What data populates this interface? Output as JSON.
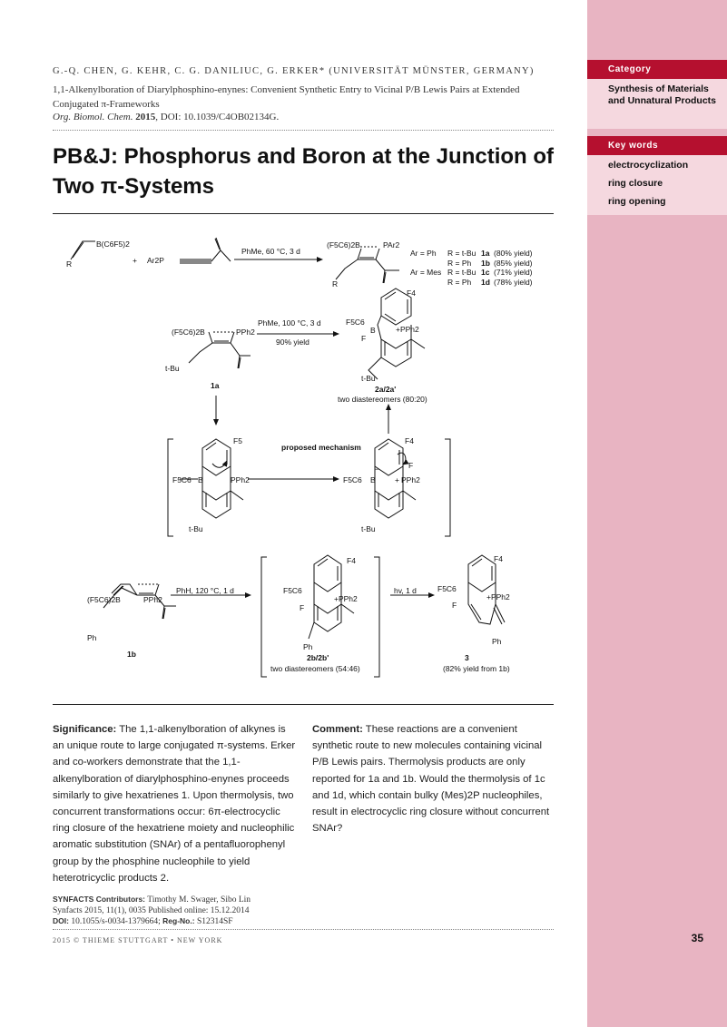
{
  "header": {
    "authors": "G.-Q. CHEN, G. KEHR, C. G. DANILIUC, G. ERKER* (UNIVERSITÄT MÜNSTER, GERMANY)",
    "title": "1,1-Alkenylboration of Diarylphosphino-enynes: Convenient Synthetic Entry to Vicinal P/B Lewis Pairs at Extended Conjugated π-Frameworks",
    "journal_name": "Org. Biomol. Chem.",
    "journal_year": "2015",
    "journal_doi": ", DOI: 10.1039/C4OB02134G."
  },
  "headline": "PB&J: Phosphorus and Boron at the Junction of Two π-Systems",
  "sidebar": {
    "category_header": "Category",
    "category_value": "Synthesis of Materials and Unnatural Products",
    "keywords_header": "Key words",
    "keywords": [
      "electrocyclization",
      "ring closure",
      "ring opening"
    ]
  },
  "scheme": {
    "r1_reagent_a": "B(C6F5)2",
    "r1_R": "R",
    "r1_plus": "+",
    "r1_reagent_b": "Ar2P",
    "r1_conditions": "PhMe, 60 °C, 3 d",
    "r1_product_top": "(F5C6)2B",
    "r1_product_P": "PAr2",
    "r1_product_R": "R",
    "results": [
      {
        "ar": "Ar = Ph",
        "r": "R = t-Bu",
        "id": "1a",
        "yield": "(80% yield)"
      },
      {
        "ar": "",
        "r": "R = Ph",
        "id": "1b",
        "yield": "(85% yield)"
      },
      {
        "ar": "Ar = Mes",
        "r": "R = t-Bu",
        "id": "1c",
        "yield": "(71% yield)"
      },
      {
        "ar": "",
        "r": "R = Ph",
        "id": "1d",
        "yield": "(78% yield)"
      }
    ],
    "r2_left_B": "(F5C6)2B",
    "r2_left_P": "PPh2",
    "r2_tBu": "t-Bu",
    "r2_compound": "1a",
    "r2_conditions": "PhMe, 100 °C, 3 d",
    "r2_yield": "90% yield",
    "r2_prod_F4": "F4",
    "r2_prod_C6F5": "F5C6",
    "r2_prod_B": "B",
    "r2_prod_F": "F",
    "r2_prod_P": "+PPh2",
    "r2_prod_tBu": "t-Bu",
    "r2_prod_id": "2a/2a'",
    "r2_prod_note": "two diastereomers (80:20)",
    "mech_F5": "F5",
    "mech_C6F5_left": "F5C6",
    "mech_B": "B",
    "mech_P": "PPh2",
    "mech_tBu": "t-Bu",
    "mech_label": "proposed mechanism",
    "mech_F4": "F4",
    "mech_F": "F",
    "mech_minus": "−",
    "mech_plus": "+",
    "r3_left_B": "(F5C6)2B",
    "r3_left_P": "PPh2",
    "r3_Ph": "Ph",
    "r3_compound": "1b",
    "r3_conditions": "PhH, 120 °C, 1 d",
    "r3_mid_F4": "F4",
    "r3_mid_C6F5": "F5C6",
    "r3_mid_F": "F",
    "r3_mid_P": "+PPh2",
    "r3_mid_Ph": "Ph",
    "r3_mid_id": "2b/2b'",
    "r3_mid_note": "two diastereomers (54:46)",
    "r3_light": "hv, 1 d",
    "r3_prod_F4": "F4",
    "r3_prod_C6F5": "F5C6",
    "r3_prod_F": "F",
    "r3_prod_P": "+PPh2",
    "r3_prod_Ph": "Ph",
    "r3_prod_id": "3",
    "r3_prod_note": "(82% yield from 1b)"
  },
  "significance": {
    "label": "Significance:",
    "text": "The 1,1-alkenylboration of alkynes is an unique route to large conjugated π-systems. Erker and co-workers demonstrate that the 1,1-alkenylboration of diarylphosphino-enynes proceeds similarly to give hexatrienes 1. Upon thermolysis, two concurrent transformations occur: 6π-electrocyclic ring closure of the hexatriene moiety and nucleophilic aromatic substitution (SNAr) of a pentafluorophenyl group by the phosphine nucleophile to yield heterotricyclic products 2."
  },
  "comment": {
    "label": "Comment:",
    "text": "These reactions are a convenient synthetic route to new molecules containing vicinal P/B Lewis pairs. Thermolysis products are only reported for 1a and 1b. Would the thermolysis of 1c and 1d, which contain bulky (Mes)2P nucleophiles, result in electrocyclic ring closure without concurrent SNAr?"
  },
  "contributors": {
    "label": "SYNFACTS Contributors:",
    "names": "Timothy M. Swager, Sibo Lin",
    "citation": "Synfacts 2015, 11(1), 0035     Published online: 15.12.2014",
    "doi_label": "DOI:",
    "doi": "10.1055/s-0034-1379664;",
    "reg_label": "Reg-No.:",
    "reg": "S12314SF"
  },
  "footer": "2015 © THIEME STUTTGART • NEW YORK",
  "page_number": "35"
}
